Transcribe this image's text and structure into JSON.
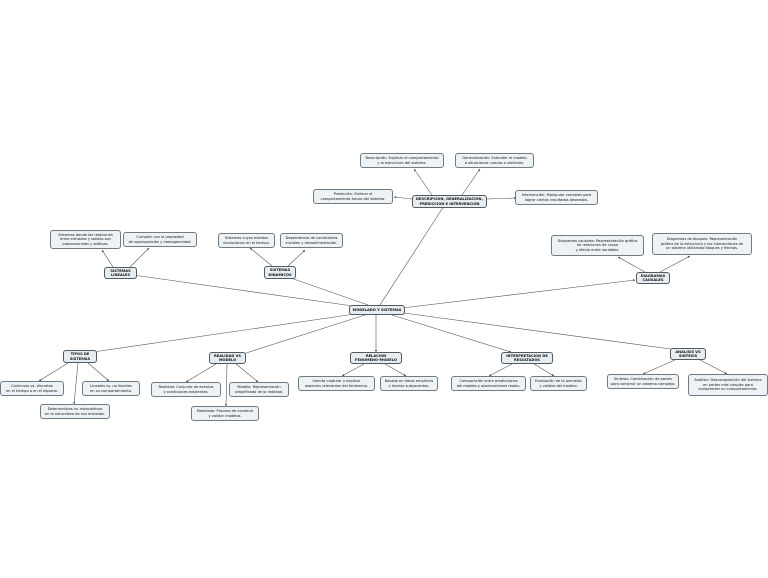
{
  "nodes": {
    "root": "MODELADO Y SISTEMAS",
    "desc": "DESCRIPCION, GENERALIZACION,\nPREDICCION E INTERVENCION",
    "descripcion": "Descripción: Explicar el comportamiento\ny la estructura del sistema.",
    "generalizacion": "Generalización: Extender el modelo\na situaciones nuevas o similares.",
    "prediccion": "Predicción: Estimar el\ncomportamiento futuro del sistema.",
    "intervencion": "Intervención: Manipular variables para\nlograr ciertos resultados deseados.",
    "lineales": "SISTEMAS\nLINEALES",
    "lin_a": "Sistemas donde las relaciones\nentre entradas y salidas son\nproporcionales y aditivas.",
    "lin_b": "Cumplen con la propiedad\nde superposición y homogeneidad.",
    "dinamicos": "SISTEMAS\nDINAMICOS",
    "din_a": "Sistemas cuyos estados\nevolucionan en el tiempo.",
    "din_b": "Dependencia de condiciones\niniciales y retroalimentación.",
    "diagramas": "DIAGRAMAS\nCAUSALES",
    "diag_a": "Diagramas causales: Representación gráfica\nde relaciones de causa\ny efecto entre variables.",
    "diag_b": "Diagramas de bloques: Representación\ngráfica de la estructura y las interacciones de\nun sistema utilizando bloques y flechas.",
    "tipos": "TIPOS DE\nSISTEMAS",
    "tipos_a": "Continuos vs. discretos\nen el tiempo o en el espacio.",
    "tipos_b": "Lineales vs. no lineales\nen su comportamiento.",
    "tipos_c": "Deterministas vs. estocásticos\nen la naturaleza de sus entradas.",
    "realidad": "REALIDAD VS\nMODELO",
    "real_a": "Realidad: Conjunto de eventos\ny condiciones existentes.",
    "real_b": "Modelo: Representación\nsimplificada de la realidad.",
    "real_c": "Modelado: Proceso de construir\ny validar modelos.",
    "relacion": "RELACION\nFENOMENO-MODELO",
    "rel_a": "Intenta capturar y explicar\naspectos relevantes del fenómeno.",
    "rel_b": "Basado en datos empíricos\ny teorías subyacentes.",
    "interpretacion": "INTERPRETACION DE\nRESULTADOS",
    "int_a": "Comparación entre predicciones\ndel modelo y observaciones reales.",
    "int_b": "Evaluación de la precisión\ny validez del modelo.",
    "analisis": "ANALISIS VS\nSINTESIS",
    "an_a": "Síntesis: Combinación de partes\npara construir un sistema complejo.",
    "an_b": "Análisis: Descomposición del sistema\nen partes más simples para\ncomprender su comportamiento."
  },
  "colors": {
    "node_fill": "#eef2f4",
    "node_border": "#6f7b85",
    "line": "#555555"
  }
}
